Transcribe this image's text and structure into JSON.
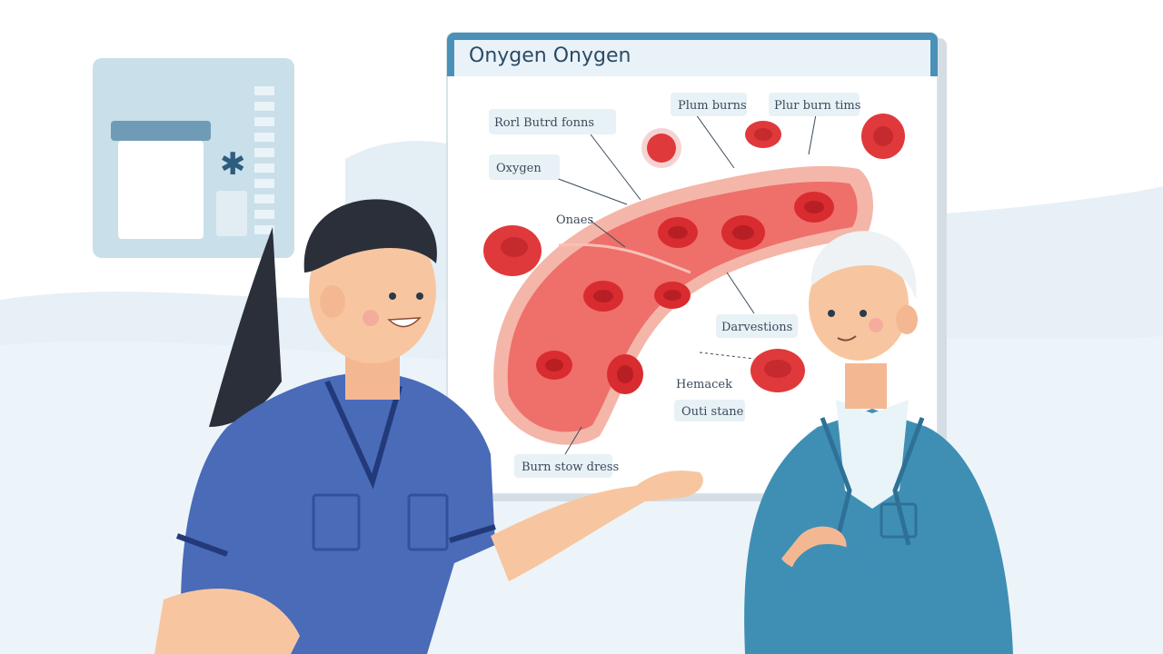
{
  "chart": {
    "title": "Onygen Onygen",
    "labels": {
      "red_blood_cells": "Rorl Butrd fonns",
      "oxygen": "Oxygen",
      "onaes": "Onaes",
      "plum_burns_1": "Plum burns",
      "plum_burns_2": "Plur burn tims",
      "darvestions": "Darvestions",
      "hemacek": "Hemacek",
      "outistane": "Outi stane",
      "burn_stow": "Burn stow dress"
    }
  },
  "colors": {
    "board_header": "#4a90b8",
    "vessel": "#ef6f6a",
    "cell": "#e0393b",
    "nurse_scrubs": "#4a6bb8",
    "patient_jacket": "#3f8fb5",
    "background_wave": "#e7f0f6"
  },
  "icons": [
    "clipboard-icon",
    "medical-star-icon"
  ]
}
